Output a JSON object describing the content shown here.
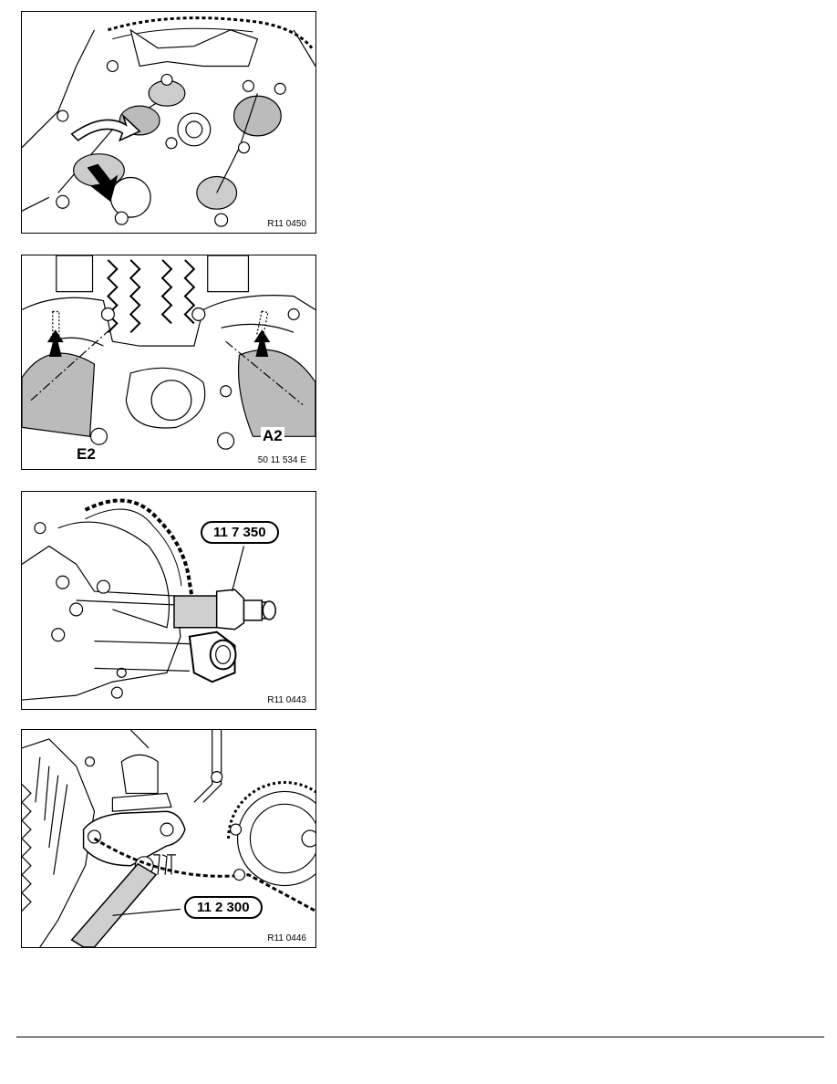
{
  "figures": [
    {
      "ref": "R11 0450"
    },
    {
      "ref": "50 11 534 E",
      "markers": [
        "E2",
        "A2"
      ]
    },
    {
      "ref": "R11 0443",
      "tool": "11 7 350"
    },
    {
      "ref": "R11 0446",
      "tool": "11 2 300"
    }
  ]
}
